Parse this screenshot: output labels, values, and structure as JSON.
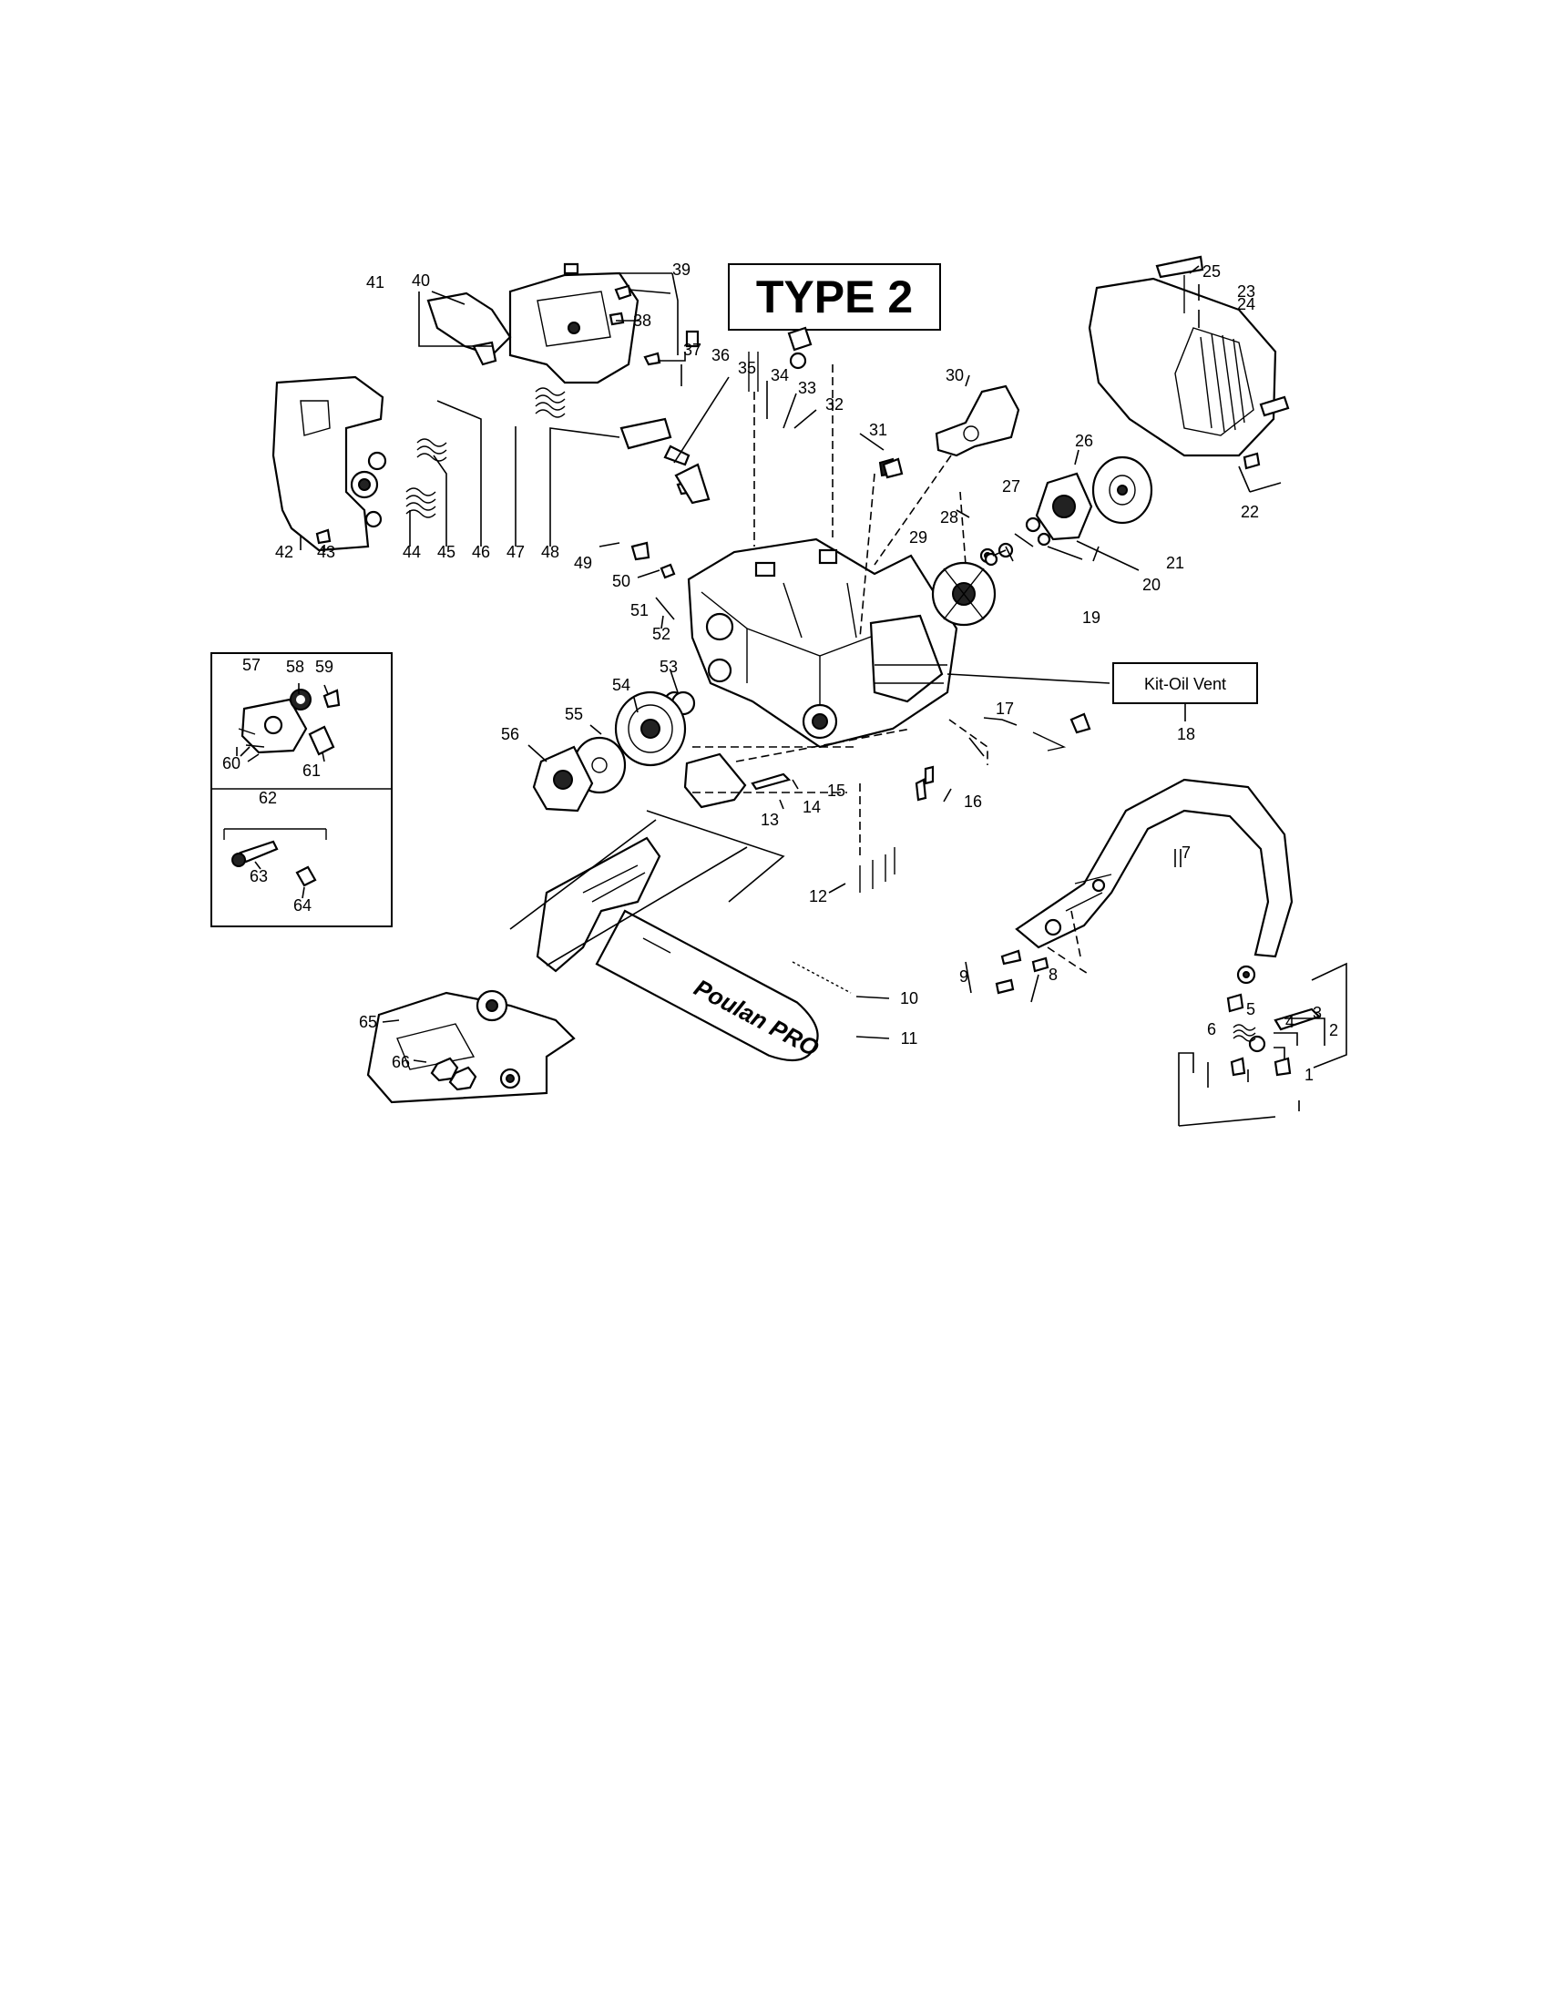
{
  "title": "TYPE 2",
  "kit_label": "Kit-Oil Vent",
  "brand_logo": "Poulan PRO",
  "labels": {
    "l1": "1",
    "l2": "2",
    "l3": "3",
    "l4": "4",
    "l5": "5",
    "l6": "6",
    "l7": "7",
    "l8": "8",
    "l9": "9",
    "l10": "10",
    "l11": "11",
    "l12": "12",
    "l13": "13",
    "l14": "14",
    "l15": "15",
    "l16": "16",
    "l17": "17",
    "l18": "18",
    "l19": "19",
    "l20": "20",
    "l21": "21",
    "l22": "22",
    "l23": "23",
    "l24": "24",
    "l25": "25",
    "l26": "26",
    "l27": "27",
    "l28": "28",
    "l29": "29",
    "l30": "30",
    "l31": "31",
    "l32": "32",
    "l33": "33",
    "l34": "34",
    "l35": "35",
    "l36": "36",
    "l37": "37",
    "l38": "38",
    "l39": "39",
    "l40": "40",
    "l41": "41",
    "l42": "42",
    "l43": "43",
    "l44": "44",
    "l45": "45",
    "l46": "46",
    "l47": "47",
    "l48": "48",
    "l49": "49",
    "l50": "50",
    "l51": "51",
    "l52": "52",
    "l53": "53",
    "l54": "54",
    "l55": "55",
    "l56": "56",
    "l57": "57",
    "l58": "58",
    "l59": "59",
    "l60": "60",
    "l61": "61",
    "l62": "62",
    "l63": "63",
    "l64": "64",
    "l65": "65",
    "l66": "66"
  }
}
